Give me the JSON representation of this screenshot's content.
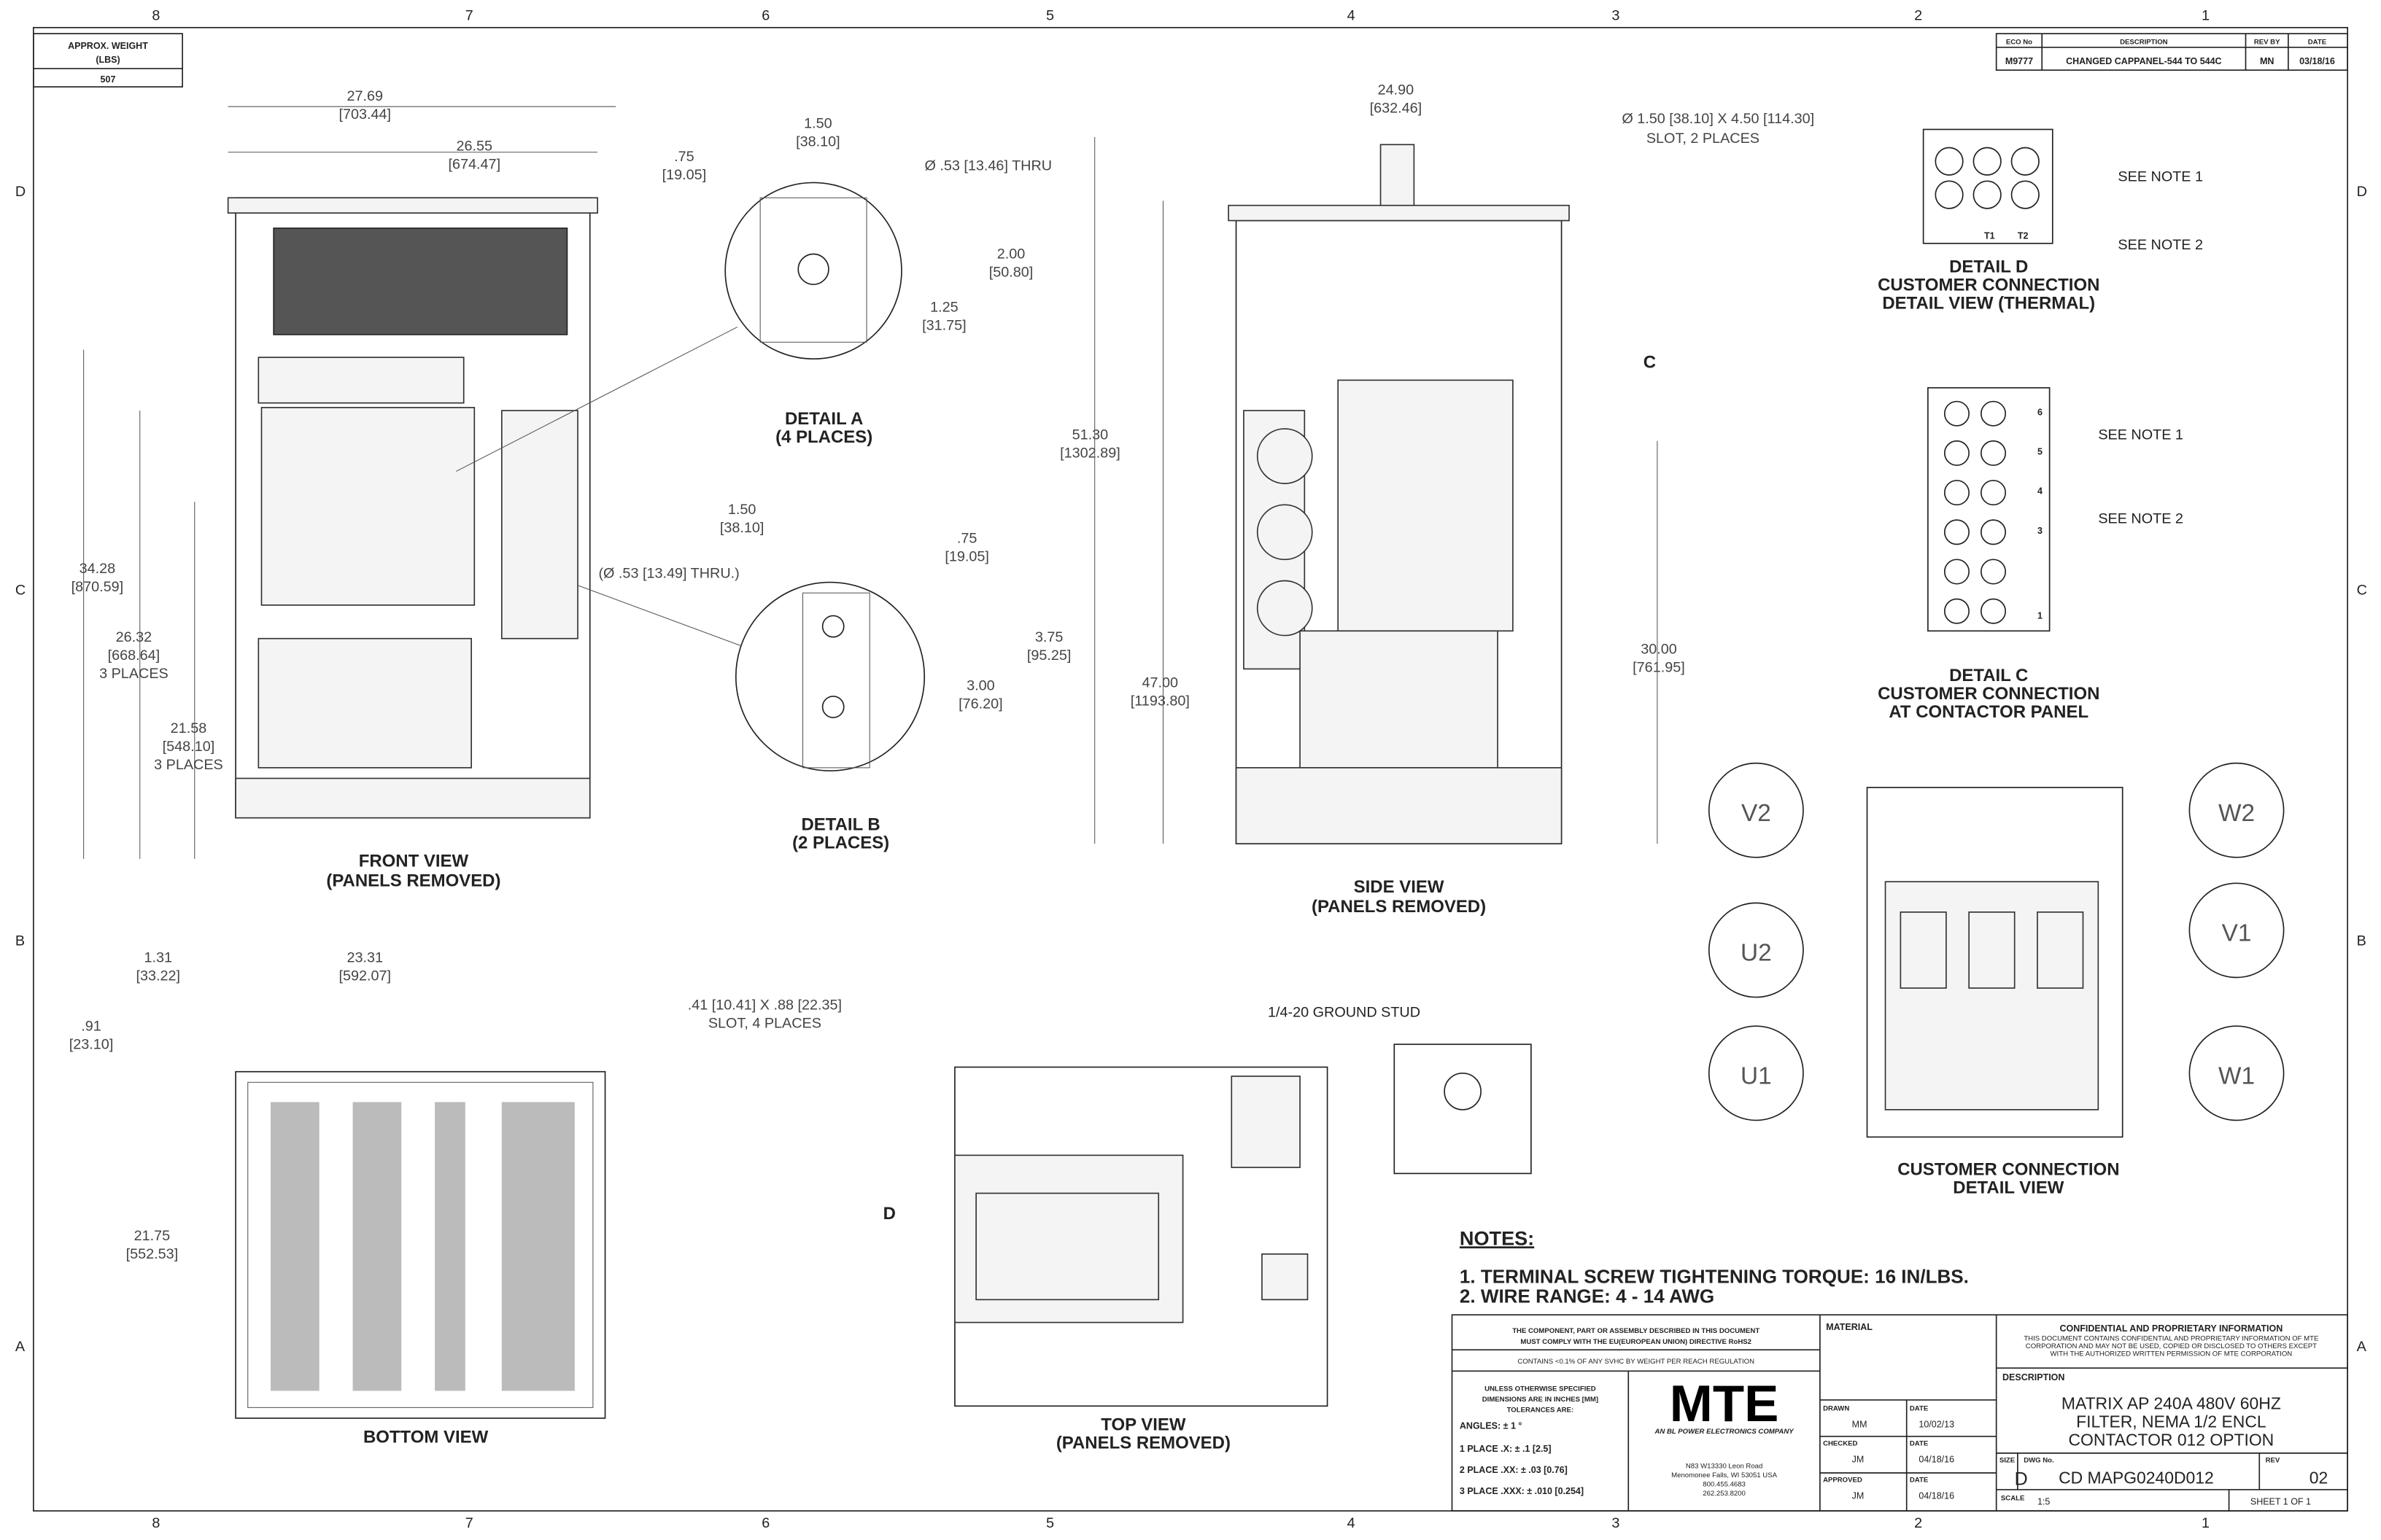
{
  "border": {
    "cols": [
      "8",
      "7",
      "6",
      "5",
      "4",
      "3",
      "2",
      "1"
    ],
    "rows": [
      "D",
      "C",
      "B",
      "A"
    ]
  },
  "weight": {
    "label1": "APPROX. WEIGHT",
    "label2": "(LBS)",
    "value": "507"
  },
  "revision": {
    "headers": [
      "ECO No",
      "DESCRIPTION",
      "REV BY",
      "DATE"
    ],
    "row": [
      "M9777",
      "CHANGED CAPPANEL-544 TO 544C",
      "MN",
      "03/18/16"
    ]
  },
  "front_view": {
    "title": "FRONT VIEW",
    "subtitle": "(PANELS REMOVED)",
    "dims": {
      "w1": "27.69",
      "w1mm": "[703.44]",
      "w2": "26.55",
      "w2mm": "[674.47]",
      "h1": "34.28",
      "h1mm": "[870.59]",
      "h2": "26.32",
      "h2mm": "[668.64]",
      "h2n": "3 PLACES",
      "h3": "21.58",
      "h3mm": "[548.10]",
      "h3n": "3 PLACES"
    }
  },
  "detail_a": {
    "title": "DETAIL A",
    "subtitle": "(4 PLACES)",
    "d1": "1.50",
    "d1mm": "[38.10]",
    "d2": ".75",
    "d2mm": "[19.05]",
    "hole": "Ø .53 [13.46] THRU",
    "d3": "2.00",
    "d3mm": "[50.80]",
    "d4": "1.25",
    "d4mm": "[31.75]"
  },
  "detail_b": {
    "title": "DETAIL B",
    "subtitle": "(2 PLACES)",
    "d1": "1.50",
    "d1mm": "[38.10]",
    "d2": ".75",
    "d2mm": "[19.05]",
    "hole": "(Ø .53 [13.49] THRU.)",
    "d3": "3.75",
    "d3mm": "[95.25]",
    "d4": "3.00",
    "d4mm": "[76.20]"
  },
  "side_view": {
    "title": "SIDE VIEW",
    "subtitle": "(PANELS REMOVED)",
    "callout": "C",
    "w": "24.90",
    "wmm": "[632.46]",
    "slot1": "Ø 1.50 [38.10] X 4.50 [114.30]",
    "slot2": "SLOT, 2 PLACES",
    "h1": "51.30",
    "h1mm": "[1302.89]",
    "h2": "47.00",
    "h2mm": "[1193.80]",
    "h3": "30.00",
    "h3mm": "[761.95]"
  },
  "detail_d": {
    "title1": "DETAIL D",
    "title2": "CUSTOMER CONNECTION",
    "title3": "DETAIL VIEW (THERMAL)",
    "note1": "SEE NOTE 1",
    "note2": "SEE NOTE 2",
    "t1": "T1",
    "t2": "T2"
  },
  "detail_c": {
    "title1": "DETAIL C",
    "title2": "CUSTOMER CONNECTION",
    "title3": "AT CONTACTOR PANEL",
    "note1": "SEE NOTE 1",
    "note2": "SEE NOTE 2",
    "terminals": [
      "6",
      "5",
      "4",
      "3",
      "1"
    ]
  },
  "customer_connection": {
    "title1": "CUSTOMER CONNECTION",
    "title2": "DETAIL VIEW",
    "terminals": {
      "v2": "V2",
      "w2": "W2",
      "u2": "U2",
      "v1": "V1",
      "u1": "U1",
      "w1": "W1"
    }
  },
  "bottom_view": {
    "title": "BOTTOM VIEW",
    "d1": "1.31",
    "d1mm": "[33.22]",
    "d2": "23.31",
    "d2mm": "[592.07]",
    "d3": ".91",
    "d3mm": "[23.10]",
    "slot1": ".41 [10.41] X .88 [22.35]",
    "slot2": "SLOT, 4 PLACES",
    "d4": "21.75",
    "d4mm": "[552.53]"
  },
  "top_view": {
    "title": "TOP VIEW",
    "subtitle": "(PANELS REMOVED)",
    "callout": "D",
    "ground": "1/4-20 GROUND STUD"
  },
  "notes": {
    "heading": "NOTES:",
    "items": [
      "1.  TERMINAL SCREW TIGHTENING TORQUE: 16 IN/LBS.",
      "2.  WIRE RANGE: 4 - 14 AWG"
    ]
  },
  "title_block": {
    "rohs1": "THE COMPONENT, PART OR ASSEMBLY DESCRIBED IN THIS DOCUMENT",
    "rohs2": "MUST COMPLY WITH THE EU(EUROPEAN UNION) DIRECTIVE RoHS2",
    "reach": "CONTAINS <0.1% OF ANY SVHC BY WEIGHT PER REACH REGULATION",
    "tol1": "UNLESS OTHERWISE SPECIFIED",
    "tol2": "DIMENSIONS ARE IN INCHES [MM]",
    "tol3": "TOLERANCES ARE:",
    "angles": "ANGLES: ± 1 °",
    "place1": "1 PLACE .X: ± .1 [2.5]",
    "place2": "2 PLACE .XX: ± .03 [0.76]",
    "place3": "3 PLACE .XXX: ± .010 [0.254]",
    "logo": "MTE",
    "logo_sub": "AN BL POWER ELECTRONICS COMPANY",
    "addr": [
      "N83 W13330 Leon Road",
      "Menomonee Falls, WI 53051 USA",
      "800.455.4683",
      "262.253.8200"
    ],
    "material": "MATERIAL",
    "drawn_label": "DRAWN",
    "drawn": "MM",
    "drawn_date": "10/02/13",
    "checked_label": "CHECKED",
    "checked": "JM",
    "checked_date": "04/18/16",
    "approved_label": "APPROVED",
    "approved": "JM",
    "approved_date": "04/18/16",
    "date_label": "DATE",
    "conf_title": "CONFIDENTIAL AND PROPRIETARY INFORMATION",
    "conf": [
      "THIS DOCUMENT CONTAINS CONFIDENTIAL AND PROPRIETARY INFORMATION OF MTE",
      "CORPORATION AND MAY NOT BE USED, COPIED OR DISCLOSED TO OTHERS EXCEPT",
      "WITH THE AUTHORIZED WRITTEN PERMISSION OF MTE CORPORATION"
    ],
    "desc_label": "DESCRIPTION",
    "desc": [
      "MATRIX AP 240A 480V 60HZ",
      "FILTER, NEMA 1/2 ENCL",
      "CONTACTOR 012 OPTION"
    ],
    "size_label": "SIZE",
    "size": "D",
    "dwg_label": "DWG No.",
    "dwg": "CD MAPG0240D012",
    "rev_label": "REV",
    "rev": "02",
    "scale_label": "SCALE",
    "scale": "1:5",
    "sheet": "SHEET 1  OF 1"
  }
}
